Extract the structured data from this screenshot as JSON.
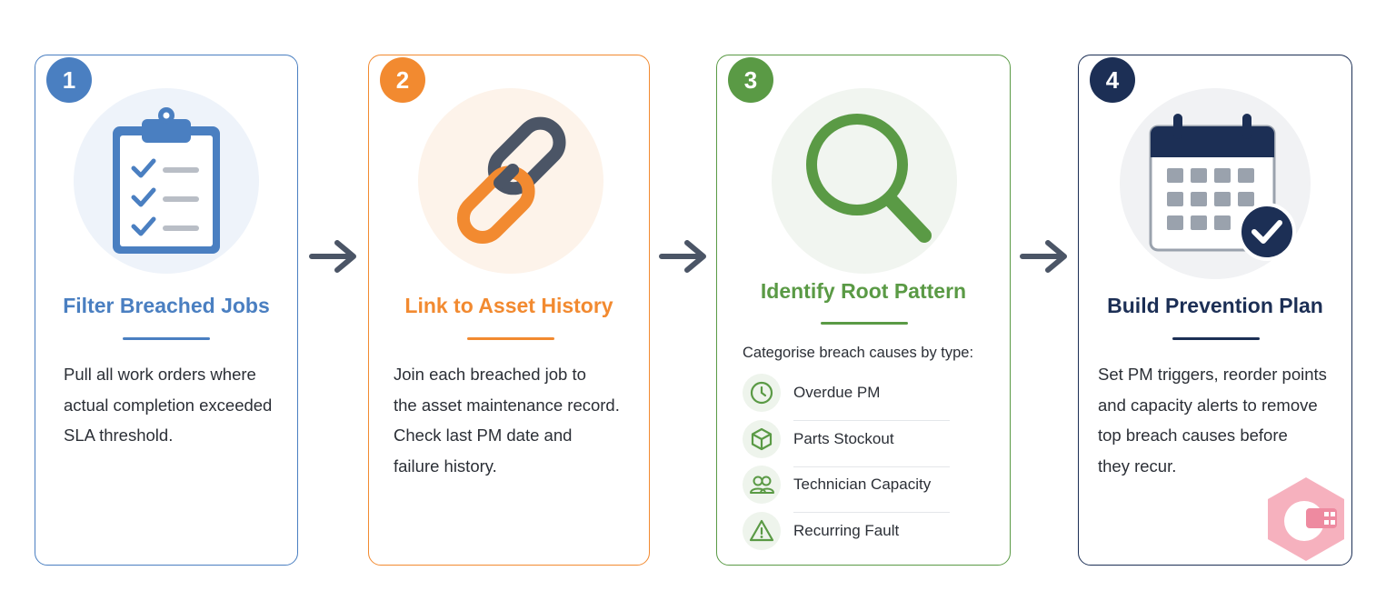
{
  "colors": {
    "step1": "#4a7fc1",
    "step2": "#f28a30",
    "step3": "#5a9a45",
    "step4": "#1c2f55",
    "arrow": "#4b5566"
  },
  "steps": [
    {
      "number": "1",
      "icon": "clipboard-checklist-icon",
      "title": "Filter Breached Jobs",
      "description": [
        "Pull all work orders where",
        "actual completion exceeded",
        "SLA threshold."
      ]
    },
    {
      "number": "2",
      "icon": "chain-link-icon",
      "title": "Link to Asset History",
      "description": [
        "Join each breached job to",
        "the asset maintenance record.",
        "Check last PM date and",
        "failure history."
      ]
    },
    {
      "number": "3",
      "icon": "magnifier-icon",
      "title": "Identify Root Pattern",
      "intro": "Categorise breach causes by type:",
      "causes": [
        {
          "icon": "clock-icon",
          "label": "Overdue PM"
        },
        {
          "icon": "box-icon",
          "label": "Parts Stockout"
        },
        {
          "icon": "people-icon",
          "label": "Technician Capacity"
        },
        {
          "icon": "warning-icon",
          "label": "Recurring Fault"
        }
      ]
    },
    {
      "number": "4",
      "icon": "calendar-check-icon",
      "title": "Build Prevention Plan",
      "description": [
        "Set PM triggers, reorder points",
        "and capacity alerts to remove",
        "top breach causes before",
        "they recur."
      ]
    }
  ]
}
